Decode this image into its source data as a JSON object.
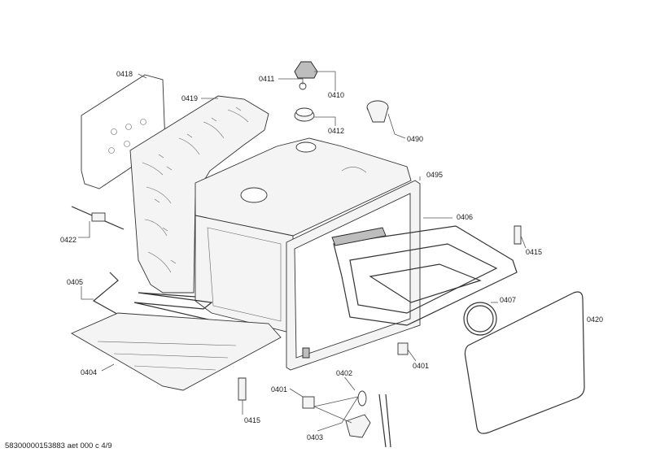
{
  "labels": {
    "p0418": "0418",
    "p0419": "0419",
    "p0411": "0411",
    "p0410": "0410",
    "p0412": "0412",
    "p0490": "0490",
    "p0495": "0495",
    "p0406": "0406",
    "p0415a": "0415",
    "p0422": "0422",
    "p0405": "0405",
    "p0407": "0407",
    "p0420": "0420",
    "p0404": "0404",
    "p0401a": "0401",
    "p0401b": "0401",
    "p0402": "0402",
    "p0415b": "0415",
    "p0403": "0403"
  },
  "footer": "58300000153883 aet 000 c 4/9"
}
